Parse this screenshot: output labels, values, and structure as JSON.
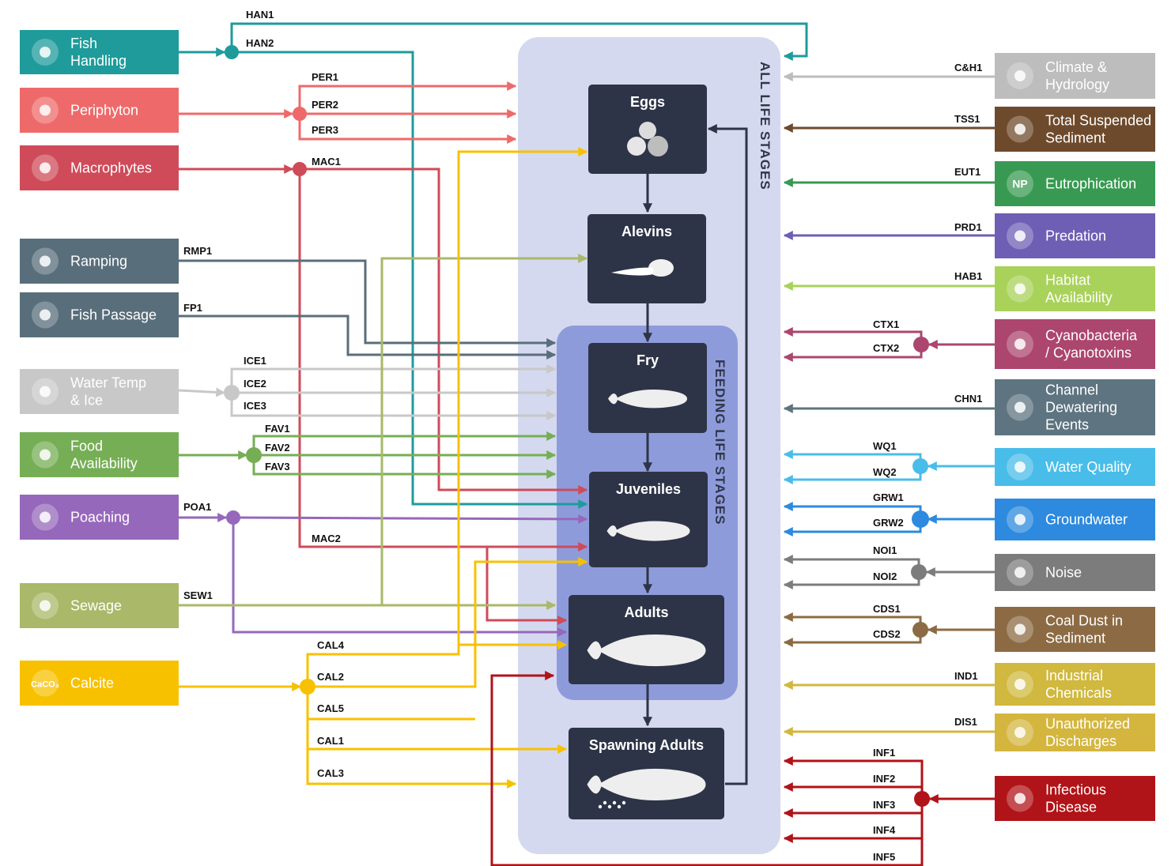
{
  "zones": {
    "all_life_stages": "ALL LIFE STAGES",
    "feeding_life_stages": "FEEDING LIFE STAGES"
  },
  "life_stages": [
    {
      "id": "eggs",
      "label": "Eggs",
      "icon": "eggs-icon"
    },
    {
      "id": "alevins",
      "label": "Alevins",
      "icon": "alevin-icon"
    },
    {
      "id": "fry",
      "label": "Fry",
      "icon": "fry-icon"
    },
    {
      "id": "juveniles",
      "label": "Juveniles",
      "icon": "juvenile-fish-icon"
    },
    {
      "id": "adults",
      "label": "Adults",
      "icon": "adult-fish-icon"
    },
    {
      "id": "spawning_adults",
      "label": "Spawning Adults",
      "icon": "spawning-fish-icon"
    }
  ],
  "left_stressors": [
    {
      "id": "fish-handling",
      "lines": [
        "Fish",
        "Handling"
      ],
      "color": "#1f9b9b",
      "icon": "fish-net-icon"
    },
    {
      "id": "periphyton",
      "lines": [
        "Periphyton"
      ],
      "color": "#ee6a6a",
      "icon": "microscope-icon"
    },
    {
      "id": "macrophytes",
      "lines": [
        "Macrophytes"
      ],
      "color": "#cf4b59",
      "icon": "aquatic-plant-icon"
    },
    {
      "id": "ramping",
      "lines": [
        "Ramping"
      ],
      "color": "#596e7b",
      "icon": "flow-ramp-icon"
    },
    {
      "id": "fish-passage",
      "lines": [
        "Fish Passage"
      ],
      "color": "#596e7b",
      "icon": "fish-barrier-icon"
    },
    {
      "id": "water-temp-ice",
      "lines": [
        "Water Temp",
        "& Ice"
      ],
      "color": "#c8c8c8",
      "icon": "snowflake-thermometer-icon"
    },
    {
      "id": "food-availability",
      "lines": [
        "Food",
        "Availability"
      ],
      "color": "#76ae55",
      "icon": "insect-icon"
    },
    {
      "id": "poaching",
      "lines": [
        "Poaching"
      ],
      "color": "#9668bb",
      "icon": "fishing-rod-icon"
    },
    {
      "id": "sewage",
      "lines": [
        "Sewage"
      ],
      "color": "#a9b869",
      "icon": "sewage-pipe-icon"
    },
    {
      "id": "calcite",
      "lines": [
        "Calcite"
      ],
      "color": "#f7c100",
      "icon": "caco3-icon",
      "icon_text": "CaCO₃"
    }
  ],
  "right_stressors": [
    {
      "id": "climate-hydrology",
      "lines": [
        "Climate &",
        "Hydrology"
      ],
      "color": "#bdbdbd",
      "icon": "rain-cloud-icon"
    },
    {
      "id": "total-suspended-sediment",
      "lines": [
        "Total Suspended",
        "Sediment"
      ],
      "color": "#6e4a2c",
      "icon": "sediment-icon"
    },
    {
      "id": "eutrophication",
      "lines": [
        "Eutrophication"
      ],
      "color": "#389a52",
      "icon": "nitrogen-phosphorus-icon",
      "icon_text": "NP"
    },
    {
      "id": "predation",
      "lines": [
        "Predation"
      ],
      "color": "#6e5fb5",
      "icon": "otter-icon"
    },
    {
      "id": "habitat-availability",
      "lines": [
        "Habitat",
        "Availability"
      ],
      "color": "#a9d25a",
      "icon": "tree-roots-icon"
    },
    {
      "id": "cyanobacteria",
      "lines": [
        "Cyanobacteria",
        "/ Cyanotoxins"
      ],
      "color": "#ac466e",
      "icon": "cyanobacteria-icon"
    },
    {
      "id": "channel-dewatering",
      "lines": [
        "Channel",
        "Dewatering",
        "Events"
      ],
      "color": "#5e7480",
      "icon": "dewatering-pipe-icon"
    },
    {
      "id": "water-quality",
      "lines": [
        "Water Quality"
      ],
      "color": "#49bde9",
      "icon": "water-drops-icon"
    },
    {
      "id": "groundwater",
      "lines": [
        "Groundwater"
      ],
      "color": "#2d8ade",
      "icon": "groundwater-icon"
    },
    {
      "id": "noise",
      "lines": [
        "Noise"
      ],
      "color": "#7c7c7c",
      "icon": "fish-sound-icon"
    },
    {
      "id": "coal-dust",
      "lines": [
        "Coal Dust in",
        "Sediment"
      ],
      "color": "#8c6b44",
      "icon": "coal-pebbles-icon"
    },
    {
      "id": "industrial-chemicals",
      "lines": [
        "Industrial",
        "Chemicals"
      ],
      "color": "#d1b83e",
      "icon": "chemical-jug-icon"
    },
    {
      "id": "unauthorized-discharges",
      "lines": [
        "Unauthorized",
        "Discharges"
      ],
      "color": "#d4b63f",
      "icon": "discharge-pipe-icon"
    },
    {
      "id": "infectious-disease",
      "lines": [
        "Infectious",
        "Disease"
      ],
      "color": "#b01318",
      "icon": "virus-icon"
    }
  ],
  "pathway_labels": {
    "HAN1": "HAN1",
    "HAN2": "HAN2",
    "PER1": "PER1",
    "PER2": "PER2",
    "PER3": "PER3",
    "MAC1": "MAC1",
    "MAC2": "MAC2",
    "RMP1": "RMP1",
    "FP1": "FP1",
    "ICE1": "ICE1",
    "ICE2": "ICE2",
    "ICE3": "ICE3",
    "FAV1": "FAV1",
    "FAV2": "FAV2",
    "FAV3": "FAV3",
    "POA1": "POA1",
    "SEW1": "SEW1",
    "CAL1": "CAL1",
    "CAL2": "CAL2",
    "CAL3": "CAL3",
    "CAL4": "CAL4",
    "CAL5": "CAL5",
    "CH1": "C&H1",
    "TSS1": "TSS1",
    "EUT1": "EUT1",
    "PRD1": "PRD1",
    "HAB1": "HAB1",
    "CTX1": "CTX1",
    "CTX2": "CTX2",
    "CHN1": "CHN1",
    "WQ1": "WQ1",
    "WQ2": "WQ2",
    "GRW1": "GRW1",
    "GRW2": "GRW2",
    "NOI1": "NOI1",
    "NOI2": "NOI2",
    "CDS1": "CDS1",
    "CDS2": "CDS2",
    "IND1": "IND1",
    "DIS1": "DIS1",
    "INF1": "INF1",
    "INF2": "INF2",
    "INF3": "INF3",
    "INF4": "INF4",
    "INF5": "INF5"
  }
}
